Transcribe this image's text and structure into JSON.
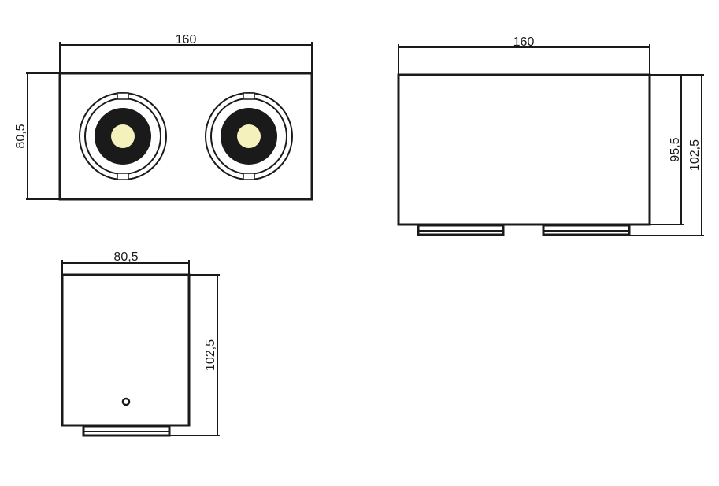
{
  "colors": {
    "line": "#1a1a1a",
    "led": "#f4f1bc",
    "background": "#ffffff"
  },
  "front_view": {
    "width_label": "160",
    "height_label": "80,5"
  },
  "side_view_long": {
    "width_label": "160",
    "body_height_label": "95,5",
    "total_height_label": "102,5"
  },
  "side_view_short": {
    "width_label": "80,5",
    "total_height_label": "102,5"
  }
}
